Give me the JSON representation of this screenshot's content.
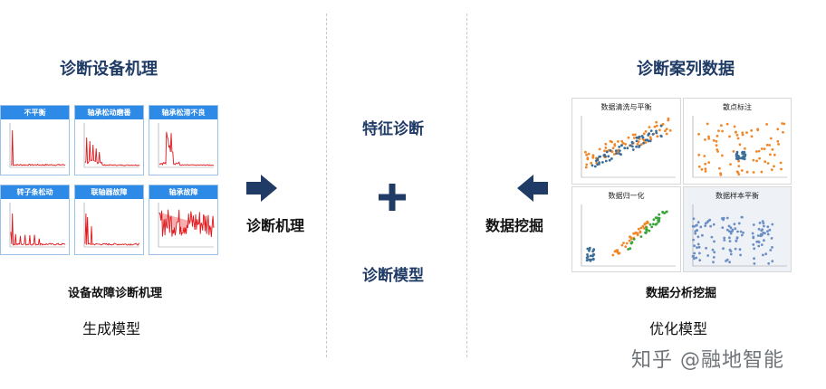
{
  "left": {
    "title": "诊断设备机理",
    "panels": [
      {
        "title": "不平衡"
      },
      {
        "title": "轴承松动磨番"
      },
      {
        "title": "轴承松滞不良"
      },
      {
        "title": "转子条松动"
      },
      {
        "title": "联轴器故障"
      },
      {
        "title": "轴承故障"
      }
    ],
    "caption": "设备故障诊断机理",
    "subcaption": "生成模型",
    "arrow_label": "诊断机理"
  },
  "middle": {
    "top_label": "特征诊断",
    "plus": "+",
    "bottom_label": "诊断模型"
  },
  "right": {
    "title": "诊断案列数据",
    "arrow_label": "数据挖掘",
    "plots": [
      {
        "title": "数据清洗与平衡"
      },
      {
        "title": "散点标注"
      },
      {
        "title": "数据归一化"
      },
      {
        "title": "数据样本平衡"
      }
    ],
    "caption": "数据分析挖掘",
    "subcaption": "优化模型"
  },
  "watermark": "知乎 @融地智能",
  "colors": {
    "navy": "#1f3b66",
    "panel_header": "#2d8ae6",
    "signal_red": "#e0191e",
    "scatter_orange": "#f0882a",
    "scatter_blue": "#3c6e98",
    "scatter_green": "#3aa63a"
  }
}
